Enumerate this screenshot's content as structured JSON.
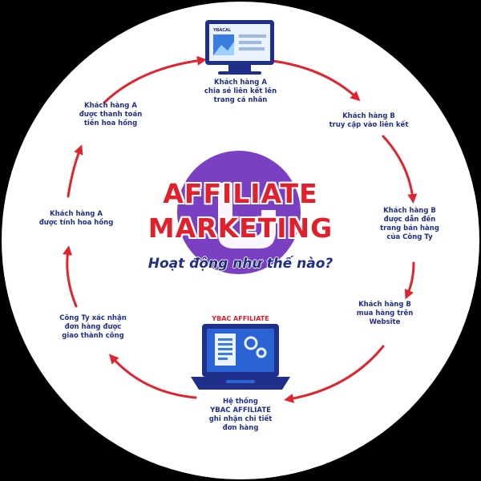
{
  "title_line1": "AFFILIATE",
  "title_line2": "MARKETING",
  "subtitle": "Hoạt động như thế nào?",
  "laptop_label": "YBAC AFFILIATE",
  "monitor_brand": "YBACAL",
  "colors": {
    "arrow": "#e0242e",
    "text": "#1f2f8a",
    "title": "#e0202a",
    "circle": "#7b3fc4",
    "screen": "#2a63d4"
  },
  "steps": [
    {
      "id": "step1",
      "text": "Khách hàng A\nchia sẻ liên kết lên\ntrang cá nhân"
    },
    {
      "id": "step2",
      "text": "Khách hàng B\ntruy cập vào liên kết"
    },
    {
      "id": "step3",
      "text": "Khách hàng B\nđược dẫn đến\ntrang bán hàng\ncủa Công Ty"
    },
    {
      "id": "step4",
      "text": "Khách hàng B\nmua hàng trên\nWebsite"
    },
    {
      "id": "step5",
      "text": "Hệ thống\nYBAC AFFILIATE\nghi nhận chi tiết\nđơn hàng"
    },
    {
      "id": "step6",
      "text": "Công Ty xác nhận\nđơn hàng được\ngiao thành công"
    },
    {
      "id": "step7",
      "text": "Khách hàng A\nđược tính hoa hồng"
    },
    {
      "id": "step8",
      "text": "Khách hàng A\nđược thanh toán\ntiền hoa hồng"
    }
  ]
}
